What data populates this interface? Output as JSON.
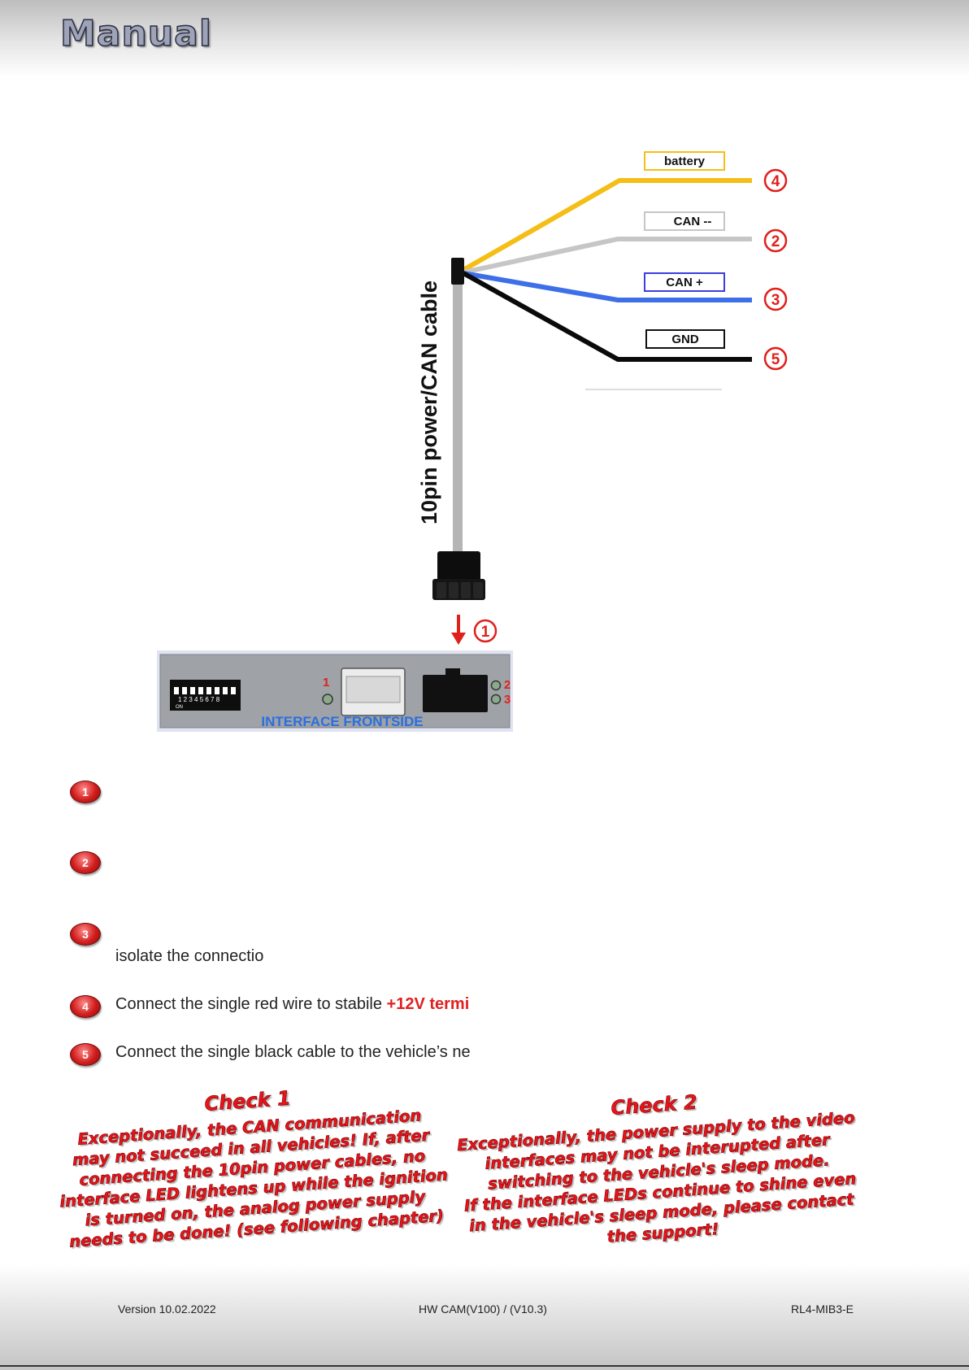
{
  "header": {
    "brand": "Manual"
  },
  "diagram": {
    "cable_label": "10pin power/CAN cable",
    "wires": [
      {
        "label": "battery",
        "marker": "4",
        "color": "#f5be16"
      },
      {
        "label": "CAN --",
        "marker": "2",
        "color": "#c6c6c6"
      },
      {
        "label": "CAN +",
        "marker": "3",
        "color": "#3d6fe8"
      },
      {
        "label": "GND",
        "marker": "5",
        "color": "#0a0a0a"
      }
    ],
    "connector_marker": "1",
    "interface": {
      "label": "INTERFACE FRONTSIDE",
      "dip_numbers": "1 2 3 4 5 6 7 8",
      "dip_on": "ON",
      "led_labels": [
        "1",
        "2",
        "3"
      ]
    }
  },
  "steps": [
    {
      "num": "1",
      "text": ""
    },
    {
      "num": "2",
      "text": ""
    },
    {
      "num": "3",
      "text": "isolate the connectio"
    },
    {
      "num": "4",
      "text": "Connect the single red wire to stabile ",
      "highlight": "+12V termi"
    },
    {
      "num": "5",
      "text": "Connect the single black cable to the vehicle’s ne"
    }
  ],
  "checks": [
    {
      "title": "Check 1",
      "lines": [
        "Exceptionally, the CAN communication",
        "may not succeed in all vehicles! If, after",
        "connecting the 10pin power cables, no",
        "interface LED lightens up while the ignition",
        "is turned on, the analog power supply",
        "needs to be done! (see following chapter)"
      ]
    },
    {
      "title": "Check 2",
      "lines": [
        "Exceptionally, the power supply to the video",
        "interfaces may not be interupted after",
        "switching to the vehicle's sleep mode.",
        "If the interface LEDs continue to shine even",
        "in the vehicle's sleep mode, please contact",
        "the support!"
      ]
    }
  ],
  "footer": {
    "version": "Version 10.02.2022",
    "hw": "HW CAM(V100) / (V10.3)",
    "code": "RL4-MIB3-E"
  }
}
